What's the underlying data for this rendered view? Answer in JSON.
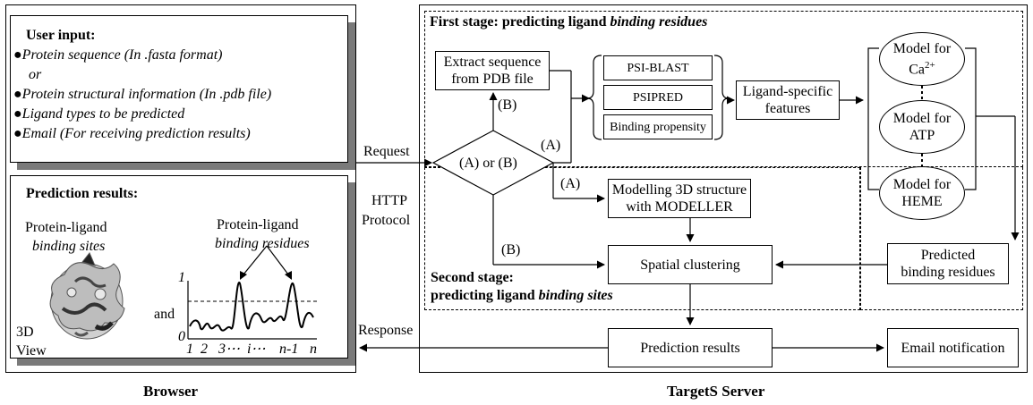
{
  "browser": {
    "title": "Browser",
    "input_panel": {
      "heading": "User input:",
      "items": [
        "Protein sequence (In .fasta format)",
        "or",
        "Protein structural information (In .pdb file)",
        "Ligand types to be predicted",
        "Email (For receiving prediction results)"
      ]
    },
    "results_panel": {
      "heading": "Prediction results:",
      "sites_label_line1": "Protein-ligand",
      "sites_label_line2": "binding sites",
      "residues_label_line1": "Protein-ligand",
      "residues_label_line2": "binding residues",
      "and_text": "and",
      "view_line1": "3D",
      "view_line2": "View",
      "plot": {
        "y_tick_top": "1",
        "y_tick_bottom": "0",
        "x_ticks": [
          "1",
          "2",
          "3⋯",
          "i⋯",
          "n-1",
          "n"
        ]
      }
    }
  },
  "protocol": {
    "request": "Request",
    "response": "Response",
    "http_line1": "HTTP",
    "http_line2": "Protocol"
  },
  "server": {
    "title": "TargetS Server",
    "first_stage_prefix": "First stage: predicting ligand ",
    "first_stage_italic": "binding residues",
    "second_stage_line1": "Second stage:",
    "second_stage_line2_prefix": "predicting ligand ",
    "second_stage_line2_italic": "binding sites",
    "extract_line1": "Extract sequence",
    "extract_line2": "from PDB file",
    "decision": "(A) or (B)",
    "label_a": "(A)",
    "label_b": "(B)",
    "features": [
      "PSI-BLAST",
      "PSIPRED",
      "Binding propensity"
    ],
    "ligand_features_line1": "Ligand-specific",
    "ligand_features_line2": "features",
    "models": [
      {
        "line1": "Model for",
        "line2": "Ca",
        "sup": "2+"
      },
      {
        "line1": "Model for",
        "line2": "ATP",
        "sup": ""
      },
      {
        "line1": "Model for",
        "line2": "HEME",
        "sup": ""
      }
    ],
    "modelling_line1": "Modelling 3D structure",
    "modelling_line2": "with MODELLER",
    "spatial_clustering": "Spatial clustering",
    "predicted_line1": "Predicted",
    "predicted_line2": "binding residues",
    "prediction_results": "Prediction results",
    "email_notification": "Email notification"
  }
}
